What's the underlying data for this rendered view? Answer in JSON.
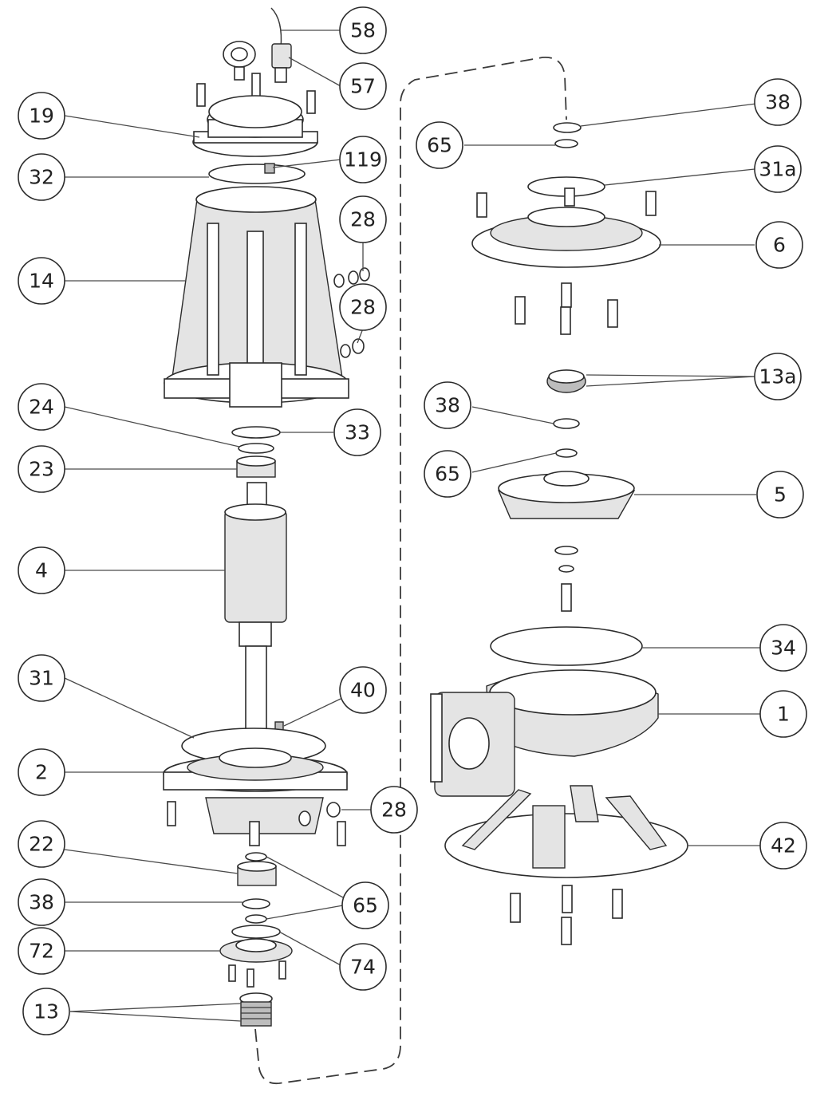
{
  "callouts": [
    {
      "id": "58"
    },
    {
      "id": "57"
    },
    {
      "id": "19"
    },
    {
      "id": "119"
    },
    {
      "id": "32"
    },
    {
      "id": "28"
    },
    {
      "id": "14"
    },
    {
      "id": "28"
    },
    {
      "id": "24"
    },
    {
      "id": "33"
    },
    {
      "id": "23"
    },
    {
      "id": "4"
    },
    {
      "id": "31"
    },
    {
      "id": "40"
    },
    {
      "id": "2"
    },
    {
      "id": "28"
    },
    {
      "id": "22"
    },
    {
      "id": "65"
    },
    {
      "id": "38"
    },
    {
      "id": "72"
    },
    {
      "id": "74"
    },
    {
      "id": "13"
    },
    {
      "id": "38"
    },
    {
      "id": "65"
    },
    {
      "id": "31a"
    },
    {
      "id": "6"
    },
    {
      "id": "13a"
    },
    {
      "id": "38"
    },
    {
      "id": "65"
    },
    {
      "id": "5"
    },
    {
      "id": "34"
    },
    {
      "id": "1"
    },
    {
      "id": "42"
    }
  ]
}
